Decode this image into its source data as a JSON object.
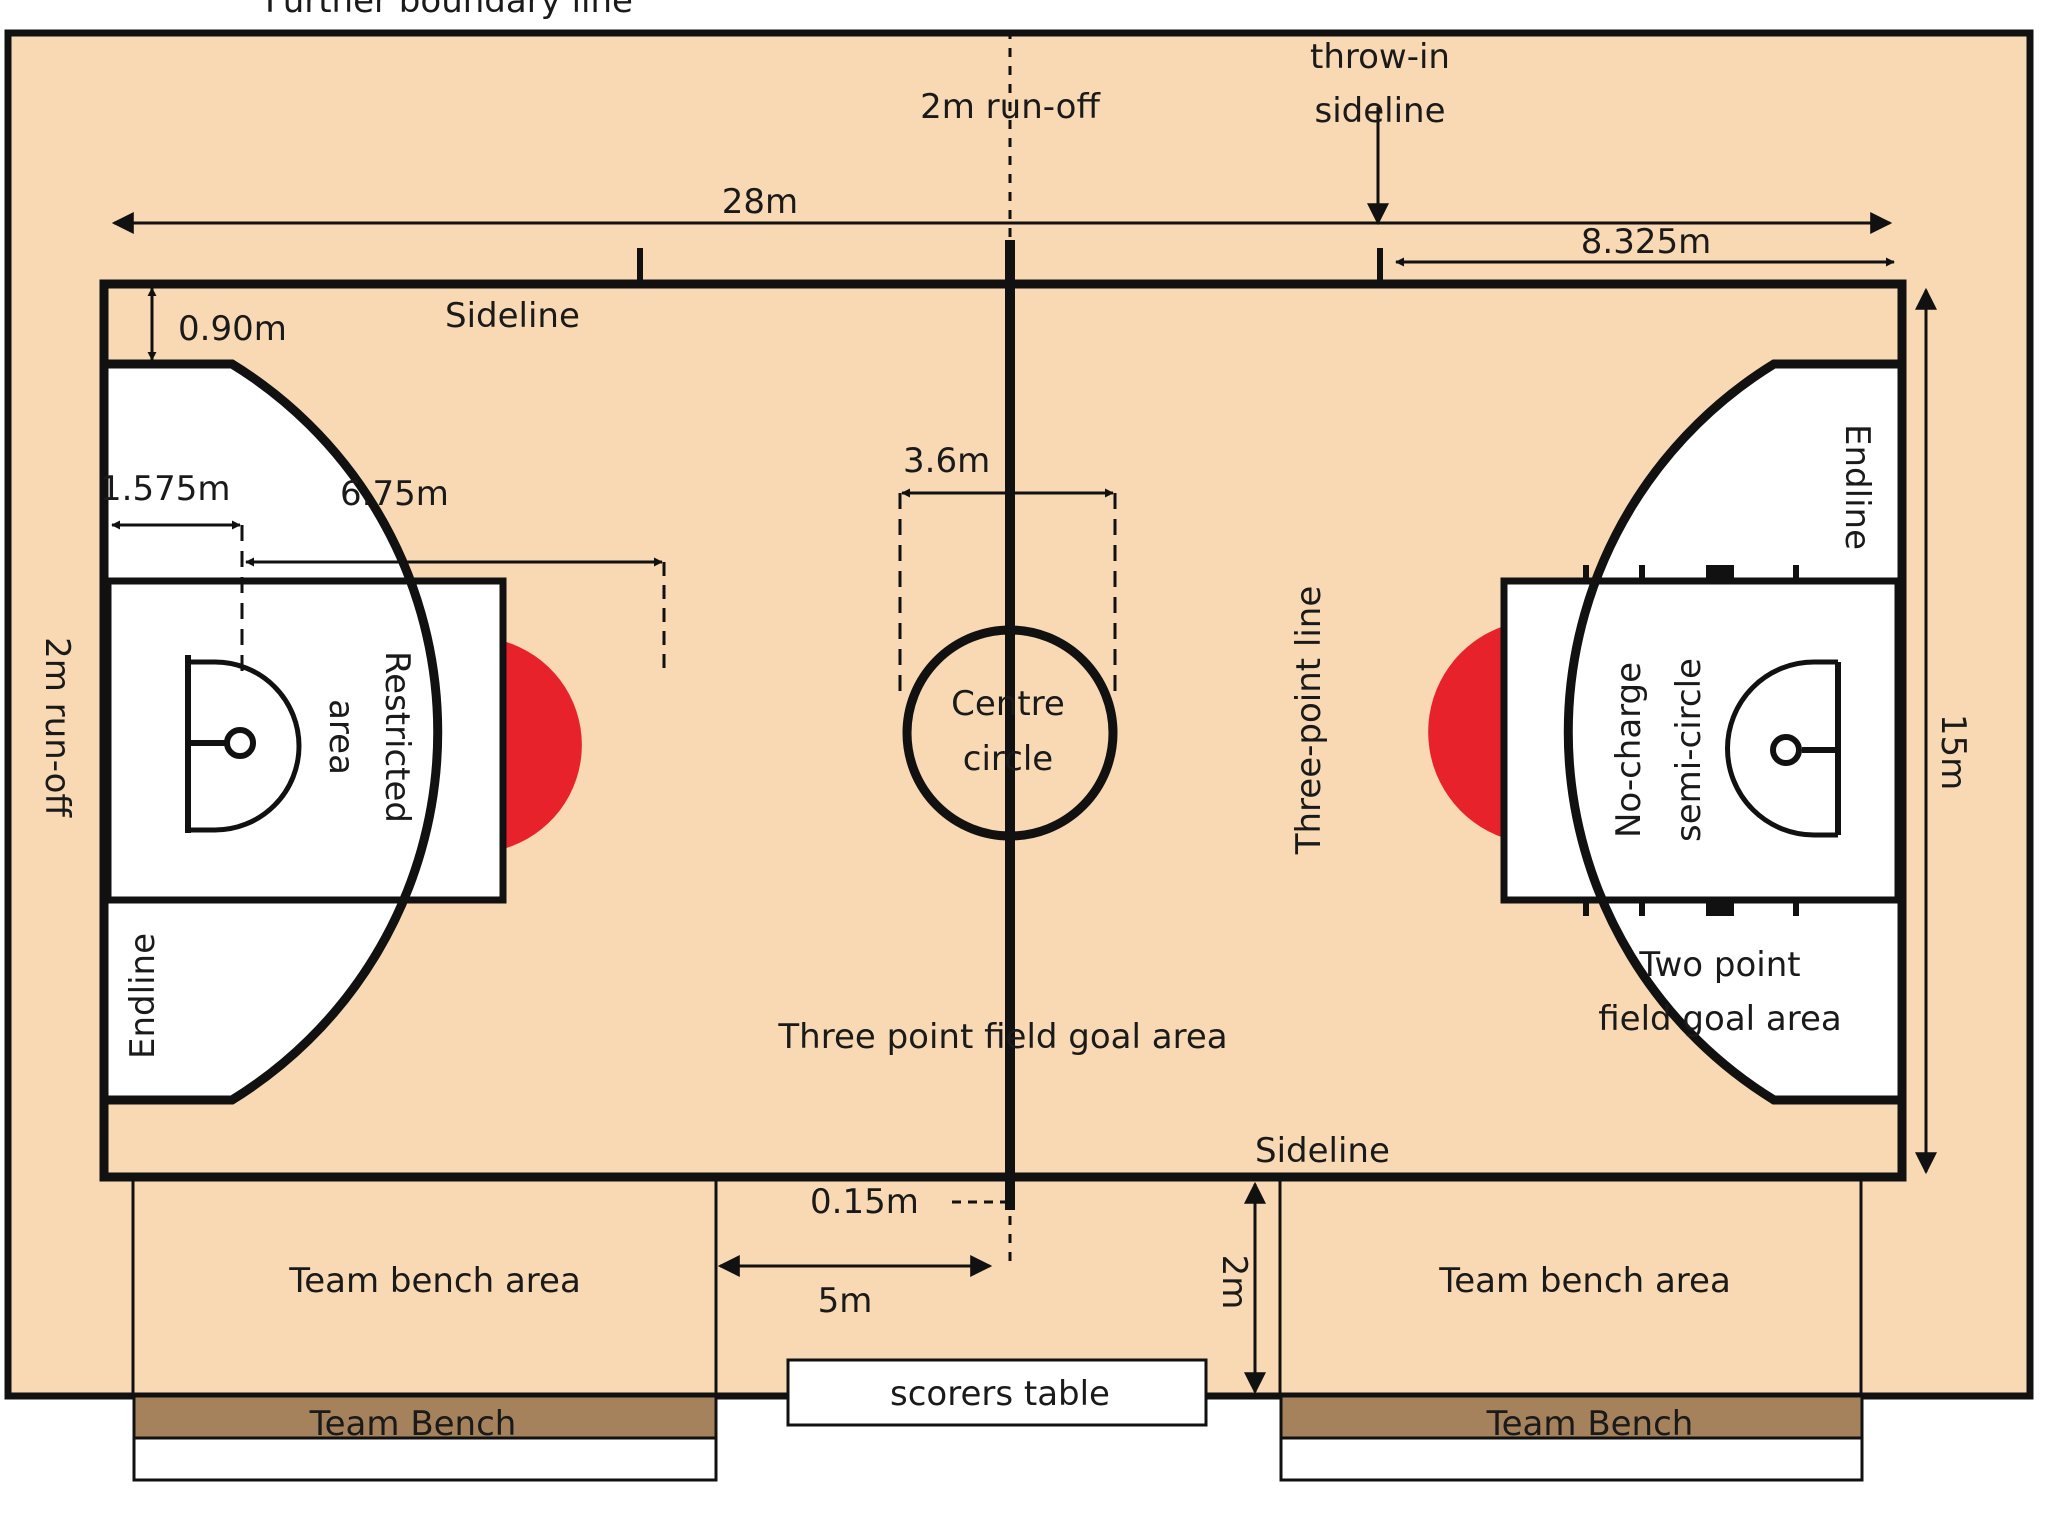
{
  "colors": {
    "floor": "#f8d9b3",
    "key_area": "#ffffff",
    "restricted_area": "#e8222a",
    "lines": "#111111",
    "bench": "#a5825c"
  },
  "labels": {
    "further_boundary": "Further boundary line",
    "runoff_top": "2m run-off",
    "throw_in": [
      "throw-in",
      "sideline"
    ],
    "length_28": "28m",
    "dist_8325": "8.325m",
    "dist_090": "0.90m",
    "sideline_top": "Sideline",
    "sideline_bottom": "Sideline",
    "dist_1575": "1.575m",
    "dist_675": "6.75m",
    "dist_36": "3.6m",
    "centre_circle": [
      "Centre",
      "circle"
    ],
    "restricted_area": [
      "Restricted",
      "area"
    ],
    "runoff_left": "2m run-off",
    "endline_left": "Endline",
    "endline_right": "Endline",
    "three_point_line": "Three-point line",
    "no_charge": [
      "No-charge",
      "semi-circle"
    ],
    "two_point": [
      "Two point",
      "field goal area"
    ],
    "three_point_area": "Three point field goal area",
    "width_15": "15m",
    "dist_015": "0.15m",
    "dist_5": "5m",
    "dist_2": "2m",
    "bench_area_left": "Team bench area",
    "bench_area_right": "Team bench area",
    "scorers_table": "scorers table",
    "team_bench_left": "Team Bench",
    "team_bench_right": "Team Bench"
  }
}
